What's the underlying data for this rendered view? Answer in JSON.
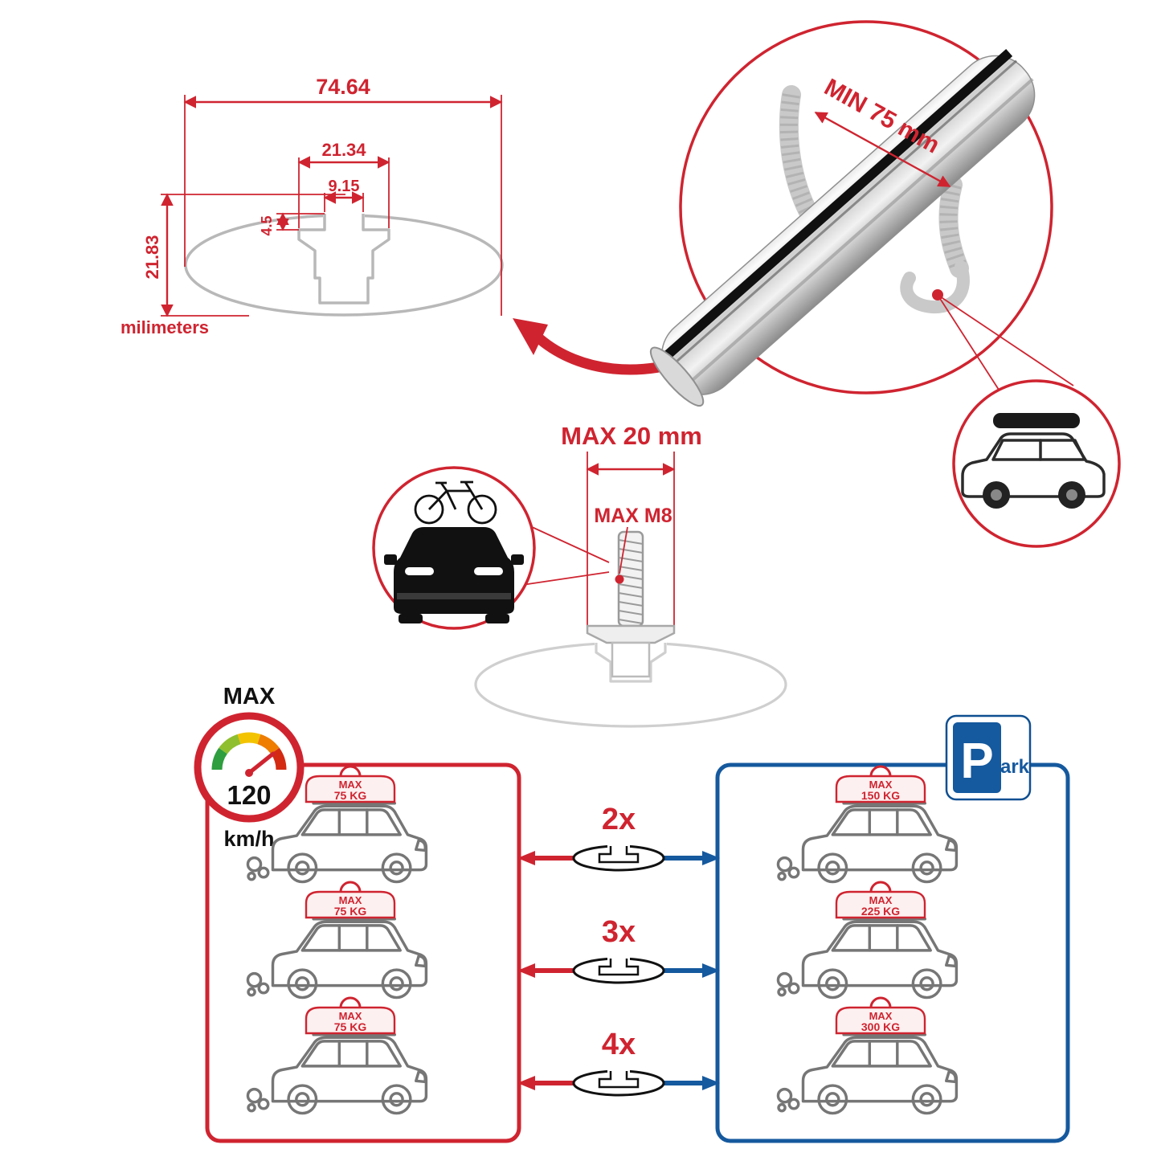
{
  "dimension_drawing": {
    "width_total": "74.64",
    "width_step": "21.34",
    "width_slot": "9.15",
    "depth_step": "4.5",
    "height_total": "21.83",
    "units": "milimeters"
  },
  "crossbar_detail": {
    "min_clamp": "MIN 75 mm"
  },
  "bolt_detail": {
    "max_width": "MAX 20 mm",
    "max_thread": "MAX M8"
  },
  "speed_limit": {
    "title": "MAX",
    "value": "120",
    "unit": "km/h"
  },
  "parking_sign": {
    "letter": "P",
    "suffix": "ark"
  },
  "left_panel_cars": [
    {
      "max": "MAX",
      "weight": "75 KG"
    },
    {
      "max": "MAX",
      "weight": "75 KG"
    },
    {
      "max": "MAX",
      "weight": "75 KG"
    }
  ],
  "right_panel_cars": [
    {
      "max": "MAX",
      "weight": "150 KG"
    },
    {
      "max": "MAX",
      "weight": "225 KG"
    },
    {
      "max": "MAX",
      "weight": "300 KG"
    }
  ],
  "crossbar_quantities": [
    {
      "label": "2x"
    },
    {
      "label": "3x"
    },
    {
      "label": "4x"
    }
  ],
  "colors": {
    "red": "#cf2430",
    "blue": "#15599e",
    "profile_gray": "#b8b8b8",
    "car_gray": "#767676"
  }
}
